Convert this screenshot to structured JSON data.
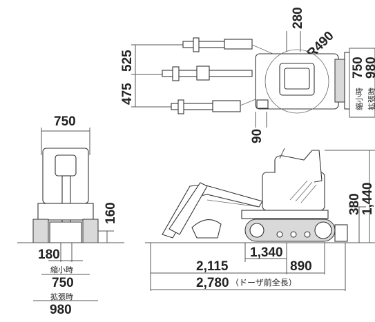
{
  "top_view": {
    "dim_280": "280",
    "dim_r490": "R490",
    "dim_525": "525",
    "dim_475": "475",
    "dim_90": "90",
    "dim_750": "750",
    "label_retracted": "縮小時",
    "dim_980": "980",
    "label_extended": "拡張時"
  },
  "front_view": {
    "dim_750_top": "750",
    "dim_160": "160",
    "dim_180": "180",
    "label_retracted": "縮小時",
    "dim_750_bottom": "750",
    "label_extended": "拡張時",
    "dim_980": "980"
  },
  "side_view": {
    "dim_1340": "1,340",
    "dim_2115": "2,115",
    "dim_890": "890",
    "dim_2780": "2,780",
    "note_2780": "（ドーザ前全長）",
    "dim_380": "380",
    "dim_1440": "1,440"
  }
}
